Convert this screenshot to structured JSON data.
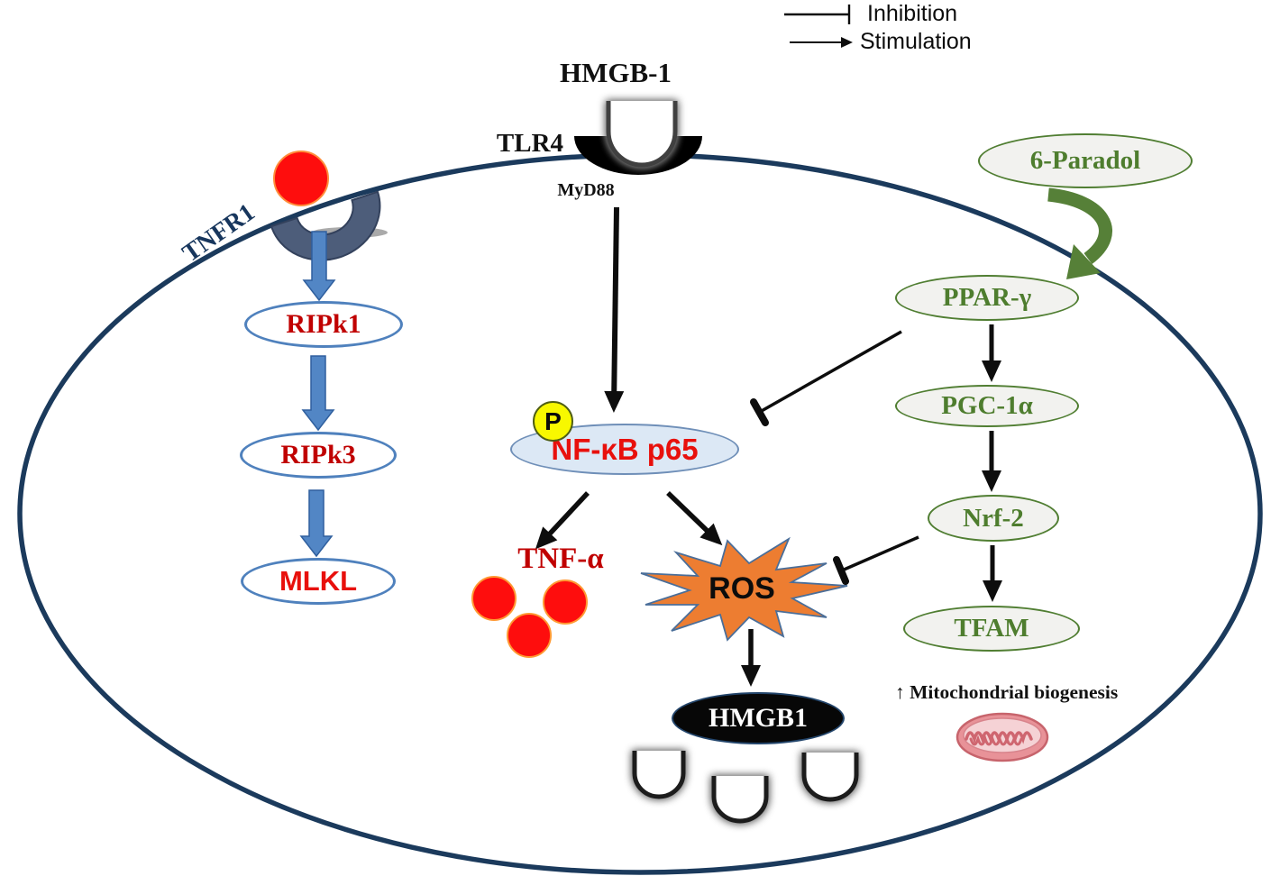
{
  "legend": {
    "inhibition_label": "Inhibition",
    "stimulation_label": "Stimulation"
  },
  "labels": {
    "hmgb1_extracellular": "HMGB-1",
    "tlr4_receptor": "TLR4",
    "myd88_adapter": "MyD88",
    "tnfr1_receptor": "TNFR1",
    "ripk1": "RIPk1",
    "ripk3": "RIPk3",
    "mlkl": "MLKL",
    "phospho_badge": "P",
    "nfkb_p65": "NF-κB p65",
    "tnf_alpha": "TNF-α",
    "ros": "ROS",
    "hmgb1_released": "HMGB1",
    "six_paradol": "6-Paradol",
    "ppar_gamma": "PPAR-γ",
    "pgc1_alpha": "PGC-1α",
    "nrf2": "Nrf-2",
    "tfam": "TFAM",
    "mito_biogenesis": "↑ Mitochondrial biogenesis"
  },
  "colors": {
    "membrane_navy": "#1b3a5c",
    "blue_arrow": "#5286c5",
    "node_border_blue": "#4f81bd",
    "green": "#4e7d2e",
    "green_arrow": "#568038",
    "red_dark": "#c00000",
    "red_bright": "#e8100c",
    "ligand_red": "#fe0d0d",
    "ros_orange": "#ed7d31",
    "nfkb_fill": "#dce8f5",
    "node_fill_gray": "#f2f2ef",
    "phospho_yellow": "#f8f800",
    "mito_pink": "#e89298"
  }
}
